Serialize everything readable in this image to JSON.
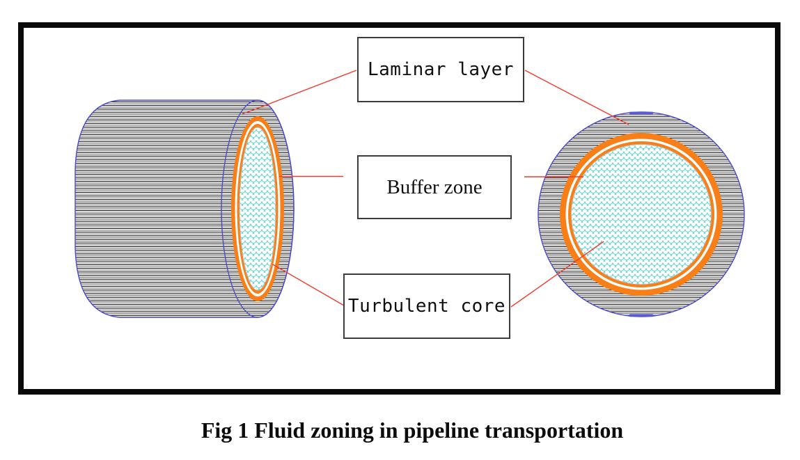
{
  "figure": {
    "caption": "Fig 1 Fluid zoning in pipeline transportation",
    "labels": {
      "laminar": "Laminar layer",
      "buffer": "Buffer zone",
      "turbulent": "Turbulent core"
    },
    "colors": {
      "outline_blue": "#4a4ace",
      "buffer_orange": "#f87f18",
      "core_cyan": "#52d5cf",
      "leader_red": "#f23b30",
      "hatch_dark": "#141414",
      "hatch_gray": "#767676",
      "frame_black": "#0a0a0a",
      "label_border": "#3c3c3c",
      "core_dash_gray": "#b5b5b5"
    }
  }
}
